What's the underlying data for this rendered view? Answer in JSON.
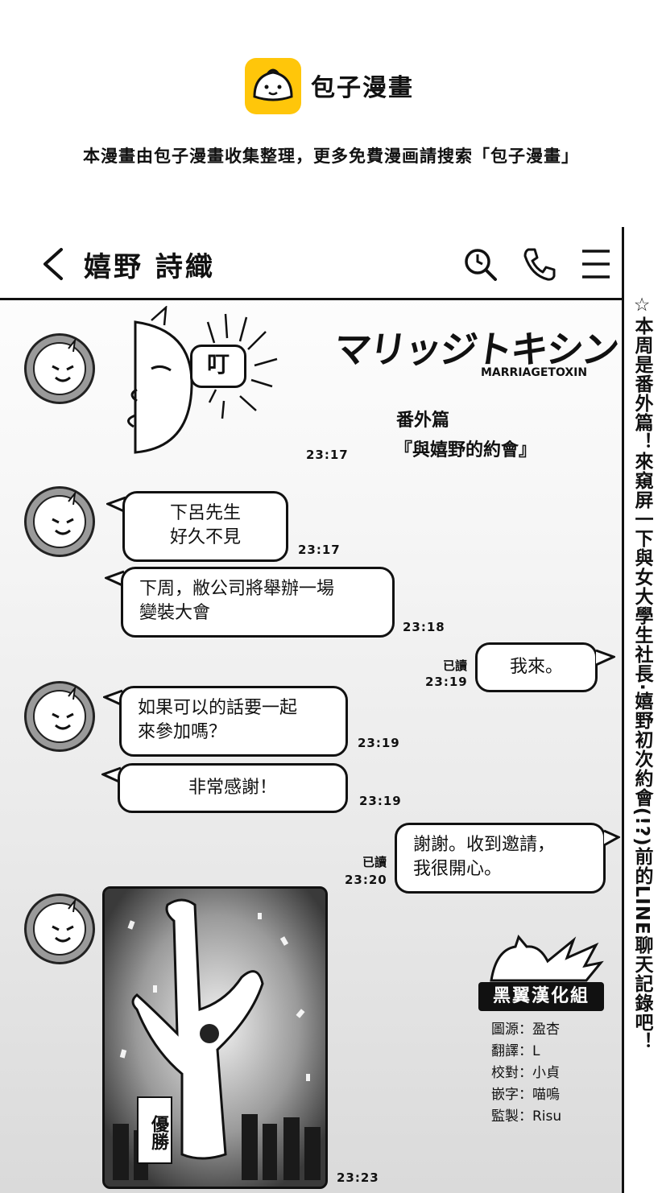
{
  "watermark": {
    "brand": "包子漫畫",
    "notice": "本漫畫由包子漫畫收集整理，更多免費漫画請搜索「包子漫畫」"
  },
  "chat": {
    "contact_name": "嬉野 詩織",
    "icons": [
      "back-icon",
      "search-icon",
      "phone-icon",
      "menu-icon"
    ]
  },
  "title": {
    "jp": "マリッジトキシン",
    "en": "MARRIAGETOXIN",
    "special": "番外篇",
    "subtitle": "『與嬉野的約會』"
  },
  "sticker_text": "叮",
  "messages": [
    {
      "side": "left",
      "text": "下呂先生\n好久不見",
      "time": "23:17"
    },
    {
      "side": "left",
      "text": "下周，敝公司將舉辦一場\n變裝大會",
      "time": "23:18"
    },
    {
      "side": "right",
      "text": "我來。",
      "time": "23:19",
      "read": "已讀"
    },
    {
      "side": "left",
      "text": "如果可以的話要一起\n來參加嗎？",
      "time": "23:19"
    },
    {
      "side": "left",
      "text": "非常感謝！",
      "time": "23:19"
    },
    {
      "side": "right",
      "text": "謝謝。收到邀請，\n我很開心。",
      "time": "23:20",
      "read": "已讀"
    }
  ],
  "first_time": "23:17",
  "photo": {
    "sign": "優勝",
    "time": "23:23"
  },
  "vertical_caption": "☆本周是番外篇！來窺屏一下與女大學生社長·嬉野初次約會(!?)前的LINE聊天記錄吧！",
  "group": {
    "name": "黑翼漢化組",
    "credits": "圖源：盈杏\n翻譯：L\n校對：小貞\n嵌字：喵嗚\n監製：Risu"
  }
}
